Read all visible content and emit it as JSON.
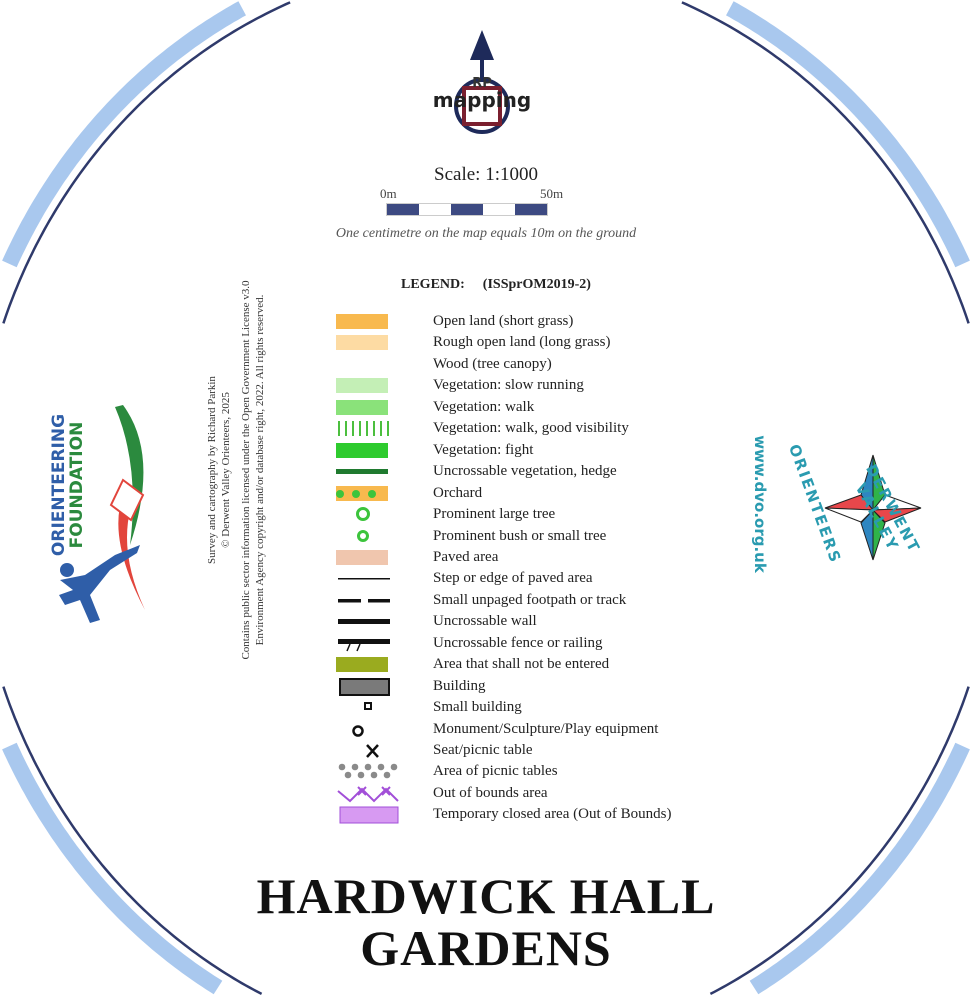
{
  "logos": {
    "rp_mapping": {
      "top": "RP",
      "bottom": "mapping"
    },
    "orienteering_foundation": {
      "line1": "ORIENTEERING",
      "line2": "FOUNDATION"
    },
    "dvo": {
      "name_arc_1": "DERWENT VALLEY",
      "name_arc_2": "ORIENTEERS",
      "website": "www.dvo.org.uk"
    }
  },
  "scale": {
    "title": "Scale:  1:1000",
    "start_label": "0m",
    "end_label": "50m",
    "note": "One centimetre on the map equals 10m on the ground",
    "colors": {
      "dark": "#3d4a82",
      "light": "#ffffff"
    }
  },
  "legend": {
    "title": "LEGEND:",
    "standard": "(ISSprOM2019-2)",
    "items": [
      {
        "label": "Open land (short grass)",
        "symbol": "fill",
        "color": "#f8b94e"
      },
      {
        "label": "Rough open land (long grass)",
        "symbol": "fill",
        "color": "#fddba3"
      },
      {
        "label": "Wood (tree canopy)",
        "symbol": "none",
        "color": "#ffffff"
      },
      {
        "label": "Vegetation: slow running",
        "symbol": "fill",
        "color": "#c4efb6"
      },
      {
        "label": "Vegetation: walk",
        "symbol": "fill",
        "color": "#8ae27a"
      },
      {
        "label": "Vegetation: walk, good visibility",
        "symbol": "stripes",
        "color": "#4cbf3e"
      },
      {
        "label": "Vegetation: fight",
        "symbol": "fill",
        "color": "#2ecb2e"
      },
      {
        "label": "Uncrossable vegetation, hedge",
        "symbol": "thickline",
        "color": "#1f7a2f"
      },
      {
        "label": "Orchard",
        "symbol": "orchard",
        "color": "#f8b94e"
      },
      {
        "label": "Prominent large tree",
        "symbol": "ring",
        "color": "#3cc43c"
      },
      {
        "label": "Prominent bush or small tree",
        "symbol": "dot",
        "color": "#3cc43c"
      },
      {
        "label": "Paved area",
        "symbol": "fill",
        "color": "#f0c6ae"
      },
      {
        "label": "Step or edge of paved area",
        "symbol": "thinline",
        "color": "#111111"
      },
      {
        "label": "Small unpaged footpath or track",
        "symbol": "dashed",
        "color": "#111111"
      },
      {
        "label": "Uncrossable wall",
        "symbol": "wall",
        "color": "#111111"
      },
      {
        "label": "Uncrossable fence or railing",
        "symbol": "fence",
        "color": "#111111"
      },
      {
        "label": "Area that shall not be entered",
        "symbol": "fill",
        "color": "#9aab1f"
      },
      {
        "label": "Building",
        "symbol": "building",
        "color": "#7a7a7a"
      },
      {
        "label": "Small building",
        "symbol": "smallbox",
        "color": "#111111"
      },
      {
        "label": "Monument/Sculpture/Play equipment",
        "symbol": "circle",
        "color": "#111111"
      },
      {
        "label": "Seat/picnic table",
        "symbol": "cross",
        "color": "#111111"
      },
      {
        "label": "Area of picnic tables",
        "symbol": "dots",
        "color": "#8a8a8a"
      },
      {
        "label": "Out of bounds area",
        "symbol": "zigzag",
        "color": "#a24fd8"
      },
      {
        "label": "Temporary closed area (Out of Bounds)",
        "symbol": "closed",
        "color": "#d79af2"
      }
    ]
  },
  "credits": {
    "line1": "Survey and cartography by Richard Parkin",
    "line2": "© Derwent Valley Orienteers, 2025",
    "line3": "Contains public sector information licensed under the Open Government License v3.0",
    "line4": "Environment Agency copyright and/or database right, 2022. All rights reserved."
  },
  "title": {
    "line1": "HARDWICK HALL",
    "line2": "GARDENS"
  },
  "colors": {
    "border_outer": "#a9c8ee",
    "border_inner": "#2f3a6b",
    "dvo_teal": "#2a9bb0"
  }
}
